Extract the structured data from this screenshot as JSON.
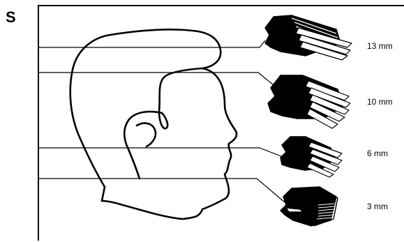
{
  "corner_letter": "S",
  "comb_lengths": [
    {
      "label": "13 mm",
      "icon": "comb-13mm-icon"
    },
    {
      "label": "10 mm",
      "icon": "comb-10mm-icon"
    },
    {
      "label": "6 mm",
      "icon": "comb-6mm-icon"
    },
    {
      "label": "3 mm",
      "icon": "comb-3mm-icon"
    }
  ],
  "colors": {
    "line": "#000000",
    "background": "#ffffff"
  }
}
